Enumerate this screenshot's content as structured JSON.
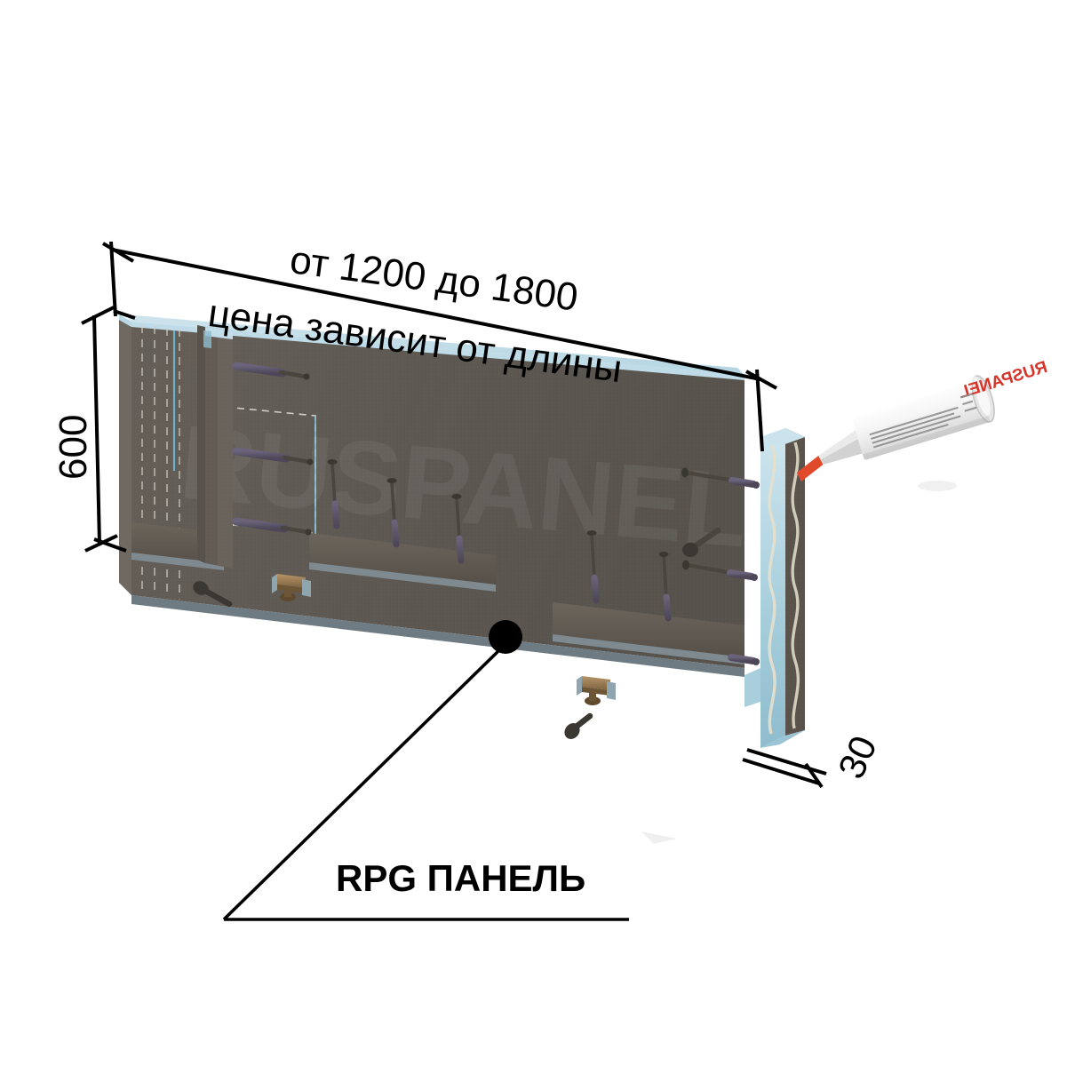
{
  "figure": {
    "kind": "technical-assembly-diagram",
    "subject": "RPG ПАНЕЛЬ",
    "background_color": "#ffffff"
  },
  "dimensions": {
    "length": {
      "label": "от 1200 до 1800",
      "note": "цена зависит от длины",
      "min": 1200,
      "max": 1800,
      "unit": "mm",
      "orientation": "horizontal-top"
    },
    "height": {
      "label": "600",
      "value": 600,
      "unit": "mm",
      "orientation": "vertical-left"
    },
    "thickness": {
      "label": "30",
      "value": 30,
      "unit": "mm",
      "orientation": "diagonal-bottom-right"
    }
  },
  "callout": {
    "label": "RPG ПАНЕЛЬ",
    "marker": "dot"
  },
  "panel": {
    "watermark": "RUSPANEL",
    "core_color": "#a9cfdd",
    "face_color": "#5d5751",
    "edge_color": "#9ec7d6"
  },
  "sealant_tube": {
    "brand": "RUSPANEL",
    "body_color": "#f4f4f4",
    "brand_color": "#d8352a",
    "nozzle_color": "#e04a2a"
  },
  "hardware": {
    "screw_color": "#3b3733",
    "screw_shaft_color": "#5b5568",
    "clip_color": "#9b7b4f"
  },
  "colors": {
    "line": "#000000",
    "dashed_guide": "#d8d4cc"
  }
}
